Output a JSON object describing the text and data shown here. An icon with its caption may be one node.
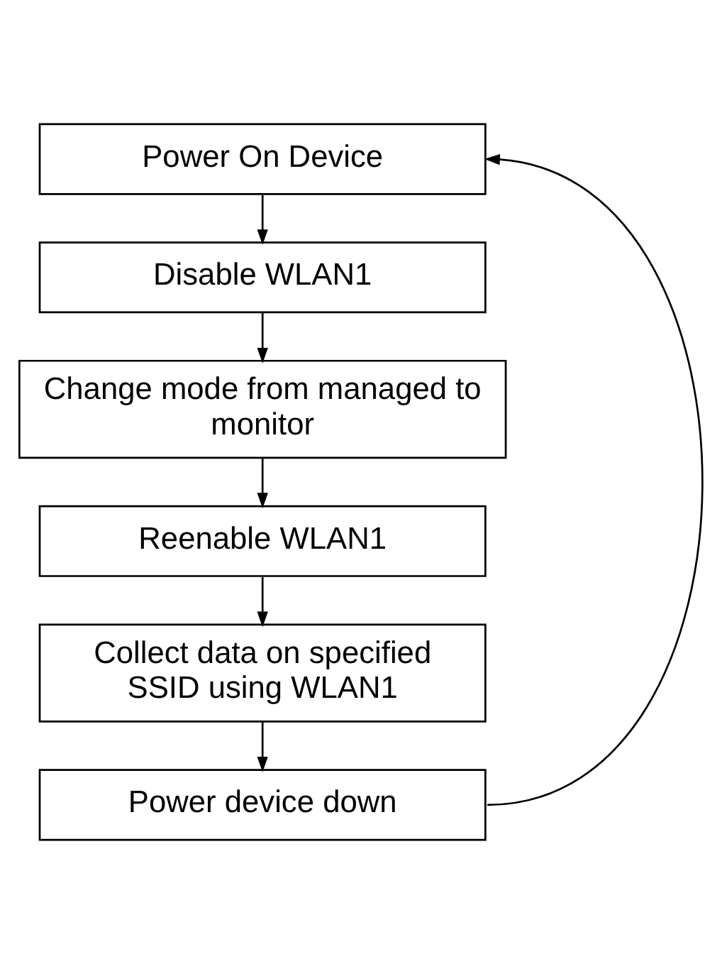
{
  "diagram": {
    "nodes": [
      {
        "text": [
          "Power On Device"
        ]
      },
      {
        "text": [
          "Disable WLAN1"
        ]
      },
      {
        "text": [
          "Change mode from managed to monitor"
        ]
      },
      {
        "text": [
          "Reenable WLAN1"
        ]
      },
      {
        "text": [
          "Collect data on specified SSID using WLAN1"
        ]
      },
      {
        "text": [
          "Power device down"
        ]
      }
    ],
    "edges": [
      {
        "from": 0,
        "to": 1,
        "arrow": "to"
      },
      {
        "from": 1,
        "to": 2,
        "arrow": "to"
      },
      {
        "from": 2,
        "to": 3,
        "arrow": "to"
      },
      {
        "from": 3,
        "to": 4,
        "arrow": "to"
      },
      {
        "from": 4,
        "to": 5,
        "arrow": "to"
      },
      {
        "from": 5,
        "to": 0,
        "arrow": "to"
      }
    ]
  }
}
